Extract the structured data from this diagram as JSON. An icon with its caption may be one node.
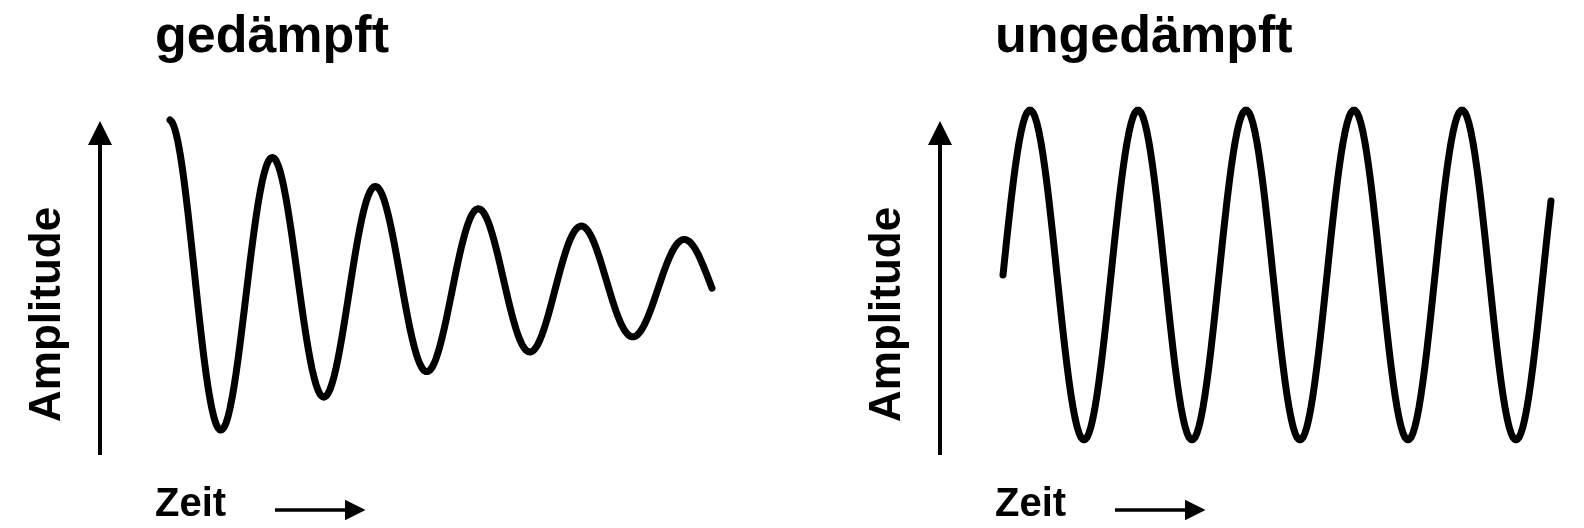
{
  "diagram": {
    "labels": [
      "gedämpft",
      "Amplitude",
      "Zeit",
      "ungedämpft",
      "Amplitude",
      "Zeit"
    ]
  }
}
